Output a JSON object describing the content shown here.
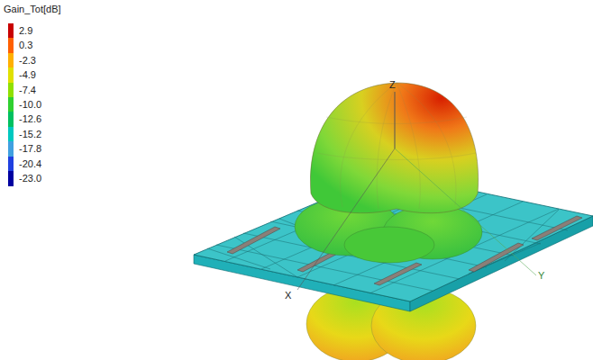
{
  "diagram": {
    "title": "Gain_Tot[dB]",
    "labels": [
      "Z",
      "X",
      "Y"
    ],
    "legend": [
      {
        "text": "2.9",
        "color": "#c80000"
      },
      {
        "text": "0.3",
        "color": "#ff6000"
      },
      {
        "text": "-2.3",
        "color": "#ffb000"
      },
      {
        "text": "-4.9",
        "color": "#e0e000"
      },
      {
        "text": "-7.4",
        "color": "#90e000"
      },
      {
        "text": "-10.0",
        "color": "#30d030"
      },
      {
        "text": "-12.6",
        "color": "#00c060"
      },
      {
        "text": "-15.2",
        "color": "#00c8c0"
      },
      {
        "text": "-17.8",
        "color": "#40a0e0"
      },
      {
        "text": "-20.4",
        "color": "#2040e0"
      },
      {
        "text": "-23.0",
        "color": "#0000a0"
      }
    ]
  }
}
